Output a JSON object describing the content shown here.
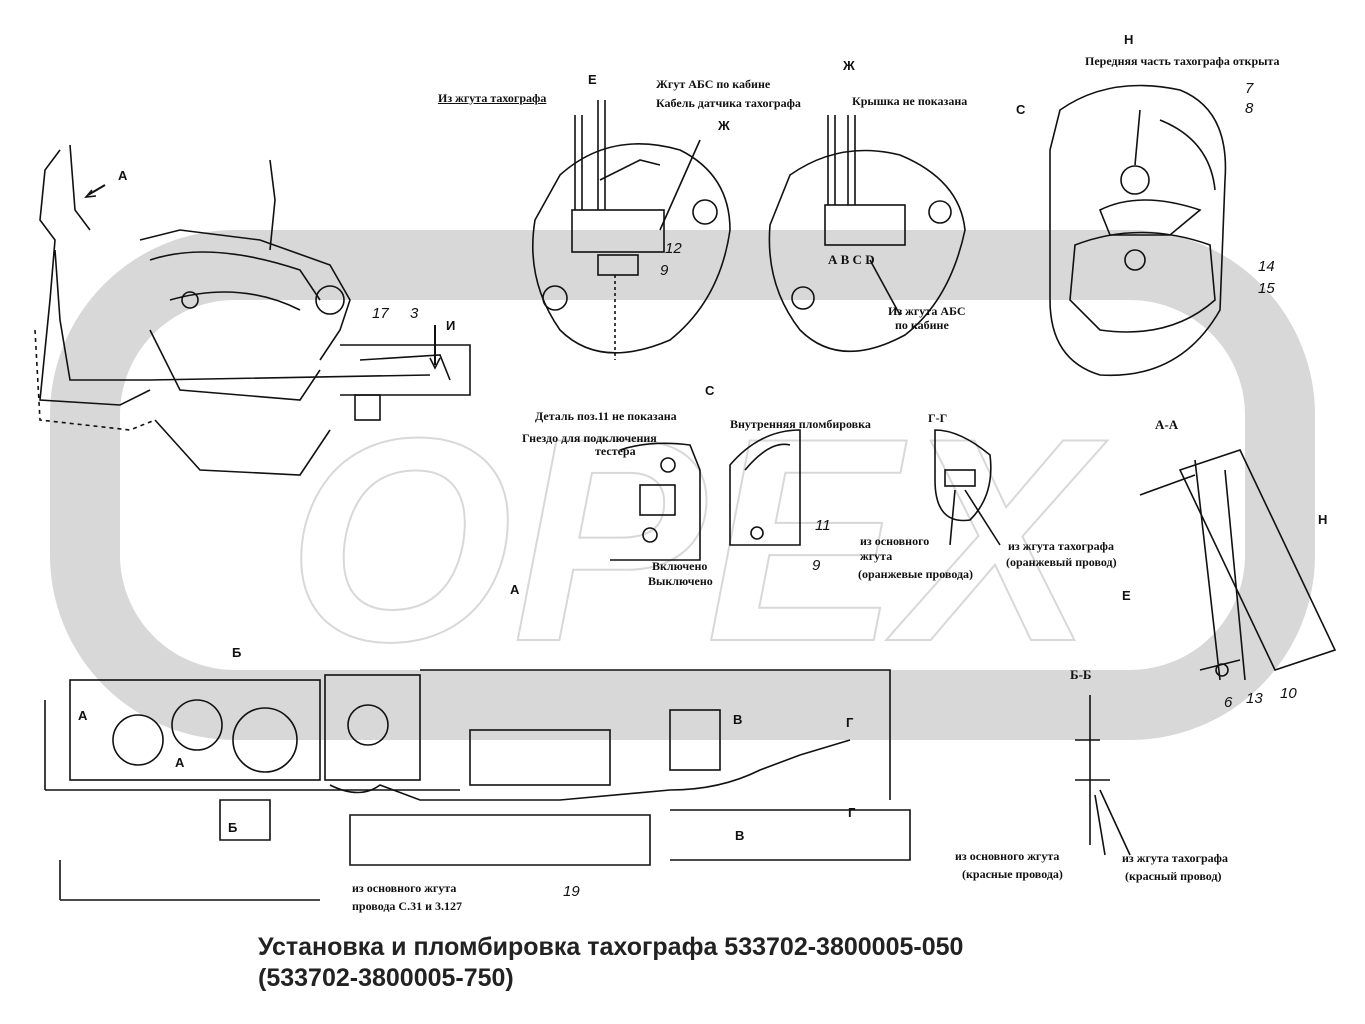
{
  "watermark": {
    "text": "OPEX",
    "color": "#d9d9d9"
  },
  "caption": {
    "line1": "Установка и пломбировка тахографа 533702-3800005-050",
    "line2": "(533702-3800005-750)"
  },
  "views": {
    "e": "Е",
    "zh": "Ж",
    "n": "Н",
    "c": "С",
    "aa": "А-А",
    "bb": "Б-Б",
    "gg": "Г-Г",
    "a_big": "А"
  },
  "labels": {
    "from_tacho_harness": "Из жгута тахографа",
    "abs_harness_cabin": "Жгут АБС по кабине",
    "tacho_sensor_cable": "Кабель датчика тахографа",
    "cover_not_shown": "Крышка не показана",
    "front_part_open": "Передняя часть тахографа открыта",
    "abs_harness_from": "Из жгута АБС",
    "abs_harness_from_2": "по кабине",
    "detail_11_not_shown": "Деталь поз.11 не показана",
    "socket_for_tester_1": "Гнездо для подключения",
    "socket_for_tester_2": "тестера",
    "switched_on": "Включено",
    "switched_off": "Выключено",
    "internal_seal": "Внутренняя пломбировка",
    "from_main_harness_orange_1": "из основного",
    "from_main_harness_orange_2": "жгута",
    "orange_wires": "(оранжевые провода)",
    "from_tacho_harness_orange": "из жгута тахографа",
    "orange_wire": "(оранжевый провод)",
    "from_main_harness_red": "из основного жгута",
    "red_wires": "(красные провода)",
    "from_tacho_harness_red": "из жгута тахографа",
    "red_wire": "(красный провод)",
    "from_main_harness_wires_1": "из основного жгута",
    "from_main_harness_wires_2": "провода С.31 и 3.127",
    "connector_letters": "А В С D"
  },
  "position_numbers": {
    "p3": "3",
    "p6": "6",
    "p7": "7",
    "p8": "8",
    "p9a": "9",
    "p9b": "9",
    "p10": "10",
    "p11": "11",
    "p12": "12",
    "p13": "13",
    "p14": "14",
    "p15": "15",
    "p17": "17",
    "p19": "19"
  },
  "view_arrows": {
    "a_top": "А",
    "a_panel": "А",
    "b_top": "Б",
    "b_bottom": "Б",
    "v_top": "В",
    "v_bottom": "В",
    "g_top": "Г",
    "g_bottom": "Г",
    "i_arrow": "И",
    "e_arrow": "Е",
    "n_arrow": "Н"
  }
}
